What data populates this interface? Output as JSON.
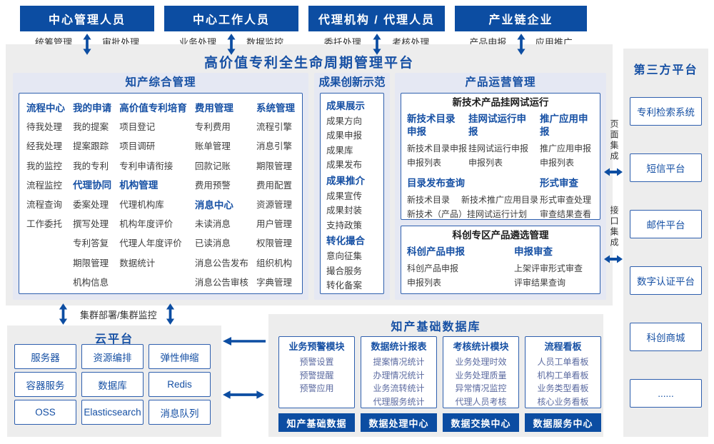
{
  "colors": {
    "dark_blue": "#0c4da2",
    "blue": "#1650a4",
    "border_blue": "#2e5fae",
    "bg_gray": "#ededed",
    "bg_lavender": "#e5e8f3",
    "item_gray": "#3d3d3d",
    "item_slate": "#5b6aa0"
  },
  "actors": [
    {
      "title": "中心管理人员",
      "left_label": "统筹管理",
      "right_label": "审批处理"
    },
    {
      "title": "中心工作人员",
      "left_label": "业务处理",
      "right_label": "数据监控"
    },
    {
      "title": "代理机构 / 代理人员",
      "left_label": "委托处理",
      "right_label": "考核处理"
    },
    {
      "title": "产业链企业",
      "left_label": "产品申报",
      "right_label": "应用推广"
    }
  ],
  "platform": {
    "title": "高价值专利全生命周期管理平台"
  },
  "ipm": {
    "title": "知产综合管理",
    "columns": [
      [
        {
          "title": "流程中心",
          "items": [
            "待我处理",
            "经我处理",
            "我的监控",
            "流程监控",
            "流程查询",
            "工作委托"
          ]
        }
      ],
      [
        {
          "title": "我的申请",
          "items": [
            "我的提案",
            "提案跟踪",
            "我的专利"
          ]
        },
        {
          "title": "代理协同",
          "items": [
            "委案处理",
            "撰写处理",
            "专利答复",
            "期限管理",
            "机构信息"
          ]
        }
      ],
      [
        {
          "title": "高价值专利培育",
          "items": [
            "项目登记",
            "项目调研",
            "专利申请衔接"
          ]
        },
        {
          "title": "机构管理",
          "items": [
            "代理机构库",
            "机构年度评价",
            "代理人年度评价",
            "数据统计"
          ]
        }
      ],
      [
        {
          "title": "费用管理",
          "items": [
            "专利费用",
            "账单管理",
            "回款记账",
            "费用预警"
          ]
        },
        {
          "title": "消息中心",
          "items": [
            "未读消息",
            "已读消息",
            "消息公告发布",
            "消息公告审核"
          ]
        }
      ],
      [
        {
          "title": "系统管理",
          "items": [
            "流程引擎",
            "消息引擎",
            "期限管理",
            "费用配置",
            "资源管理",
            "用户管理",
            "权限管理",
            "组织机构",
            "字典管理"
          ]
        }
      ]
    ]
  },
  "achievement": {
    "title": "成果创新示范",
    "groups": [
      {
        "title": "成果展示",
        "items": [
          "成果方向",
          "成果申报",
          "成果库",
          "成果发布"
        ]
      },
      {
        "title": "成果推介",
        "items": [
          "成果宣传",
          "成果封装",
          "支持政策"
        ]
      },
      {
        "title": "转化撮合",
        "items": [
          "意向征集",
          "撮合服务",
          "转化备案"
        ]
      }
    ]
  },
  "product": {
    "title": "产品运营管理",
    "trial": {
      "title": "新技术产品挂网试运行",
      "groups": [
        {
          "title": "新技术目录申报",
          "items": [
            "新技术目录申报",
            "申报列表"
          ]
        },
        {
          "title": "挂网试运行申报",
          "items": [
            "挂网试运行申报",
            "申报列表"
          ]
        },
        {
          "title": "推广应用申报",
          "items": [
            "推广应用申报",
            "申报列表"
          ]
        },
        {
          "title": "目录发布查询",
          "items": [
            "新技术目录",
            "新技术推广应用目录",
            "新技术（产品）挂网试运行计划"
          ]
        },
        {
          "title": "形式审查",
          "items": [
            "形式审查处理",
            "审查结果查看"
          ]
        }
      ]
    },
    "selection": {
      "title": "科创专区产品遴选管理",
      "groups": [
        {
          "title": "科创产品申报",
          "items": [
            "科创产品申报",
            "申报列表"
          ]
        },
        {
          "title": "申报审查",
          "items": [
            "上架评审形式审查",
            "评审结果查询"
          ]
        }
      ]
    }
  },
  "integration": {
    "page": "页面集成",
    "api": "接口集成"
  },
  "cluster_label": "集群部署/集群监控",
  "cloud": {
    "title": "云平台",
    "items": [
      "服务器",
      "资源编排",
      "弹性伸缩",
      "容器服务",
      "数据库",
      "Redis",
      "OSS",
      "Elasticsearch",
      "消息队列"
    ]
  },
  "database": {
    "title": "知产基础数据库",
    "modules": [
      {
        "title": "业务预警模块",
        "items": [
          "预警设置",
          "预警提醒",
          "预警应用"
        ]
      },
      {
        "title": "数据统计报表",
        "items": [
          "提案情况统计",
          "办理情况统计",
          "业务流转统计",
          "代理服务统计"
        ]
      },
      {
        "title": "考核统计模块",
        "items": [
          "业务处理时效",
          "业务处理质量",
          "异常情况监控",
          "代理人员考核"
        ]
      },
      {
        "title": "流程看板",
        "items": [
          "人员工单看板",
          "机构工单看板",
          "业务类型看板",
          "核心业务看板"
        ]
      }
    ],
    "centers": [
      "知产基础数据",
      "数据处理中心",
      "数据交换中心",
      "数据服务中心"
    ]
  },
  "third_party": {
    "title": "第三方平台",
    "items": [
      "专利检索系统",
      "短信平台",
      "邮件平台",
      "数字认证平台",
      "科创商城",
      "......"
    ]
  }
}
